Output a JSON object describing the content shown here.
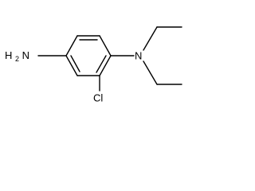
{
  "molecule": {
    "labels": {
      "amine_group": {
        "element": "H",
        "subscript": "2",
        "heteroatom": "N"
      },
      "amine_nitrogen": "N",
      "chlorine": "Cl"
    },
    "colors": {
      "bond": "#000000",
      "text": "#000000",
      "background": "#ffffff"
    }
  }
}
